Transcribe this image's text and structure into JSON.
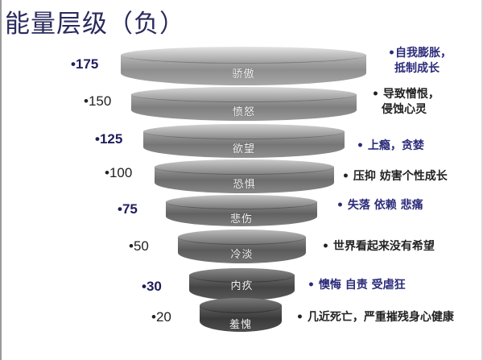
{
  "title": "能量层级（负）",
  "levels": [
    {
      "value": "•175",
      "emphasis": true,
      "label": "骄傲",
      "desc_line1": "•自我膨胀，",
      "desc_line2": "抵制成长",
      "desc_color": "blue"
    },
    {
      "value": "•150",
      "emphasis": false,
      "label": "愤怒",
      "desc_line1": "• 导致憎恨，",
      "desc_line2": "侵蚀心灵",
      "desc_color": "dark"
    },
    {
      "value": "•125",
      "emphasis": true,
      "label": "欲望",
      "desc_line1": "• 上瘾，贪婪",
      "desc_line2": "",
      "desc_color": "blue"
    },
    {
      "value": "•100",
      "emphasis": false,
      "label": "恐惧",
      "desc_line1": "• 压抑 妨害个性成长",
      "desc_line2": "",
      "desc_color": "dark"
    },
    {
      "value": "•75",
      "emphasis": true,
      "label": "悲伤",
      "desc_line1": "• 失落 依赖 悲痛",
      "desc_line2": "",
      "desc_color": "blue"
    },
    {
      "value": "•50",
      "emphasis": false,
      "label": "冷淡",
      "desc_line1": "• 世界看起来没有希望",
      "desc_line2": "",
      "desc_color": "dark"
    },
    {
      "value": "•30",
      "emphasis": true,
      "label": "内疚",
      "desc_line1": "• 懊悔 自责 受虐狂",
      "desc_line2": "",
      "desc_color": "blue"
    },
    {
      "value": "•20",
      "emphasis": false,
      "label": "羞愧",
      "desc_line1": "• 几近死亡，严重摧残身心健康",
      "desc_line2": "",
      "desc_color": "dark"
    }
  ],
  "colors": {
    "title": "#2a2a5e",
    "emphasis_text": "#1e1e5c",
    "disc_light_top": "#c8c8c8",
    "disc_dark_bottom": "#4a4a4a"
  }
}
